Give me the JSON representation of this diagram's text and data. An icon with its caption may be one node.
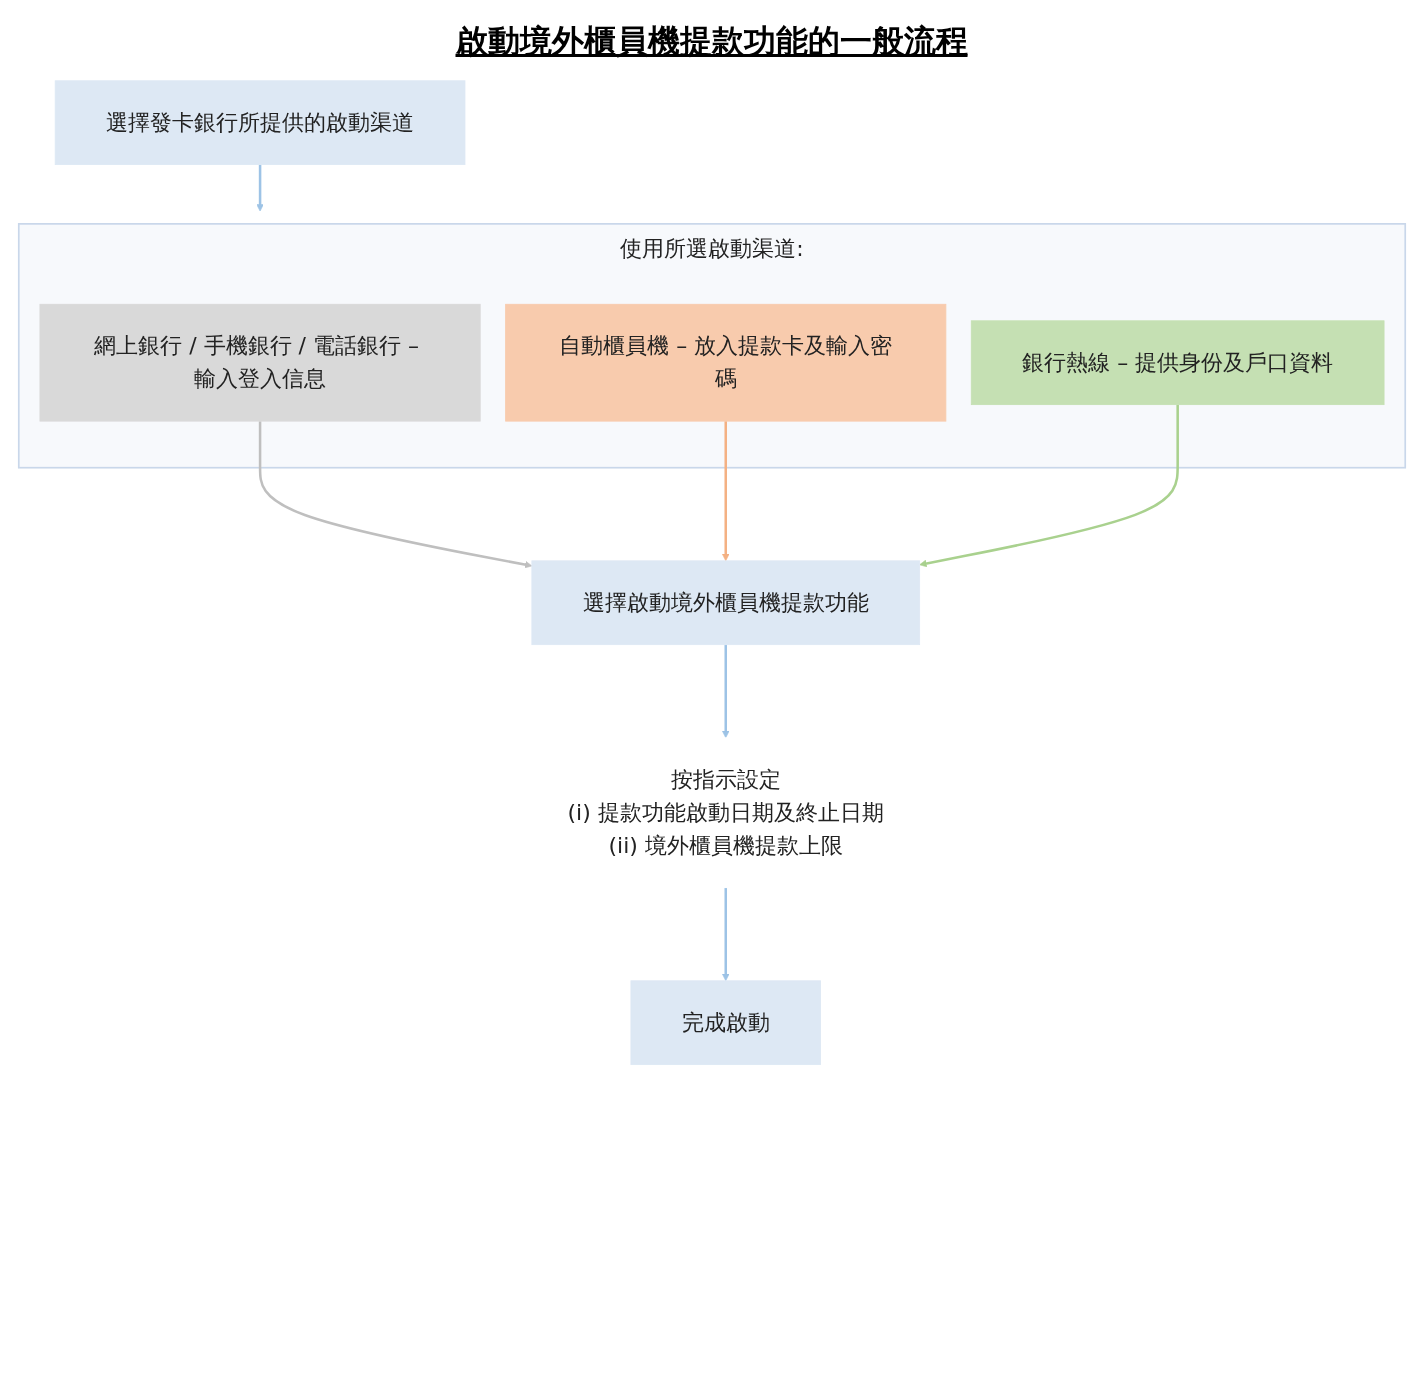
{
  "diagram": {
    "title": "啟動境外櫃員機提款功能的一般流程",
    "nodes": [
      {
        "text": [
          "選擇發卡銀行所提供的啟動渠道"
        ]
      },
      {
        "text": [
          "使用所選啟動渠道:"
        ]
      },
      {
        "text": [
          "網上銀行 / 手機銀行 / 電話銀行 – 輸入登入信息"
        ],
        "in": 1
      },
      {
        "text": [
          "自動櫃員機 – 放入提款卡及輸入密碼"
        ],
        "in": 1
      },
      {
        "text": [
          "銀行熱線 – 提供身份及戶口資料"
        ],
        "in": 1
      },
      {
        "text": [
          "選擇啟動境外櫃員機提款功能"
        ]
      },
      {
        "text": [
          "按指示設定",
          "(i) 提款功能啟動日期及終止日期",
          "(ii) 境外櫃員機提款上限"
        ]
      },
      {
        "text": [
          "完成啟動"
        ]
      }
    ],
    "edges": [
      {
        "from": 0,
        "to": 1,
        "arrow": "to"
      },
      {
        "from": 2,
        "to": 5,
        "arrow": "to",
        "color": "#bfbfbf"
      },
      {
        "from": 3,
        "to": 5,
        "arrow": "to",
        "color": "#f4b183"
      },
      {
        "from": 4,
        "to": 5,
        "arrow": "to",
        "color": "#a9d18e"
      },
      {
        "from": 5,
        "to": 6,
        "arrow": "to"
      },
      {
        "from": 6,
        "to": 7,
        "arrow": "to"
      }
    ]
  }
}
